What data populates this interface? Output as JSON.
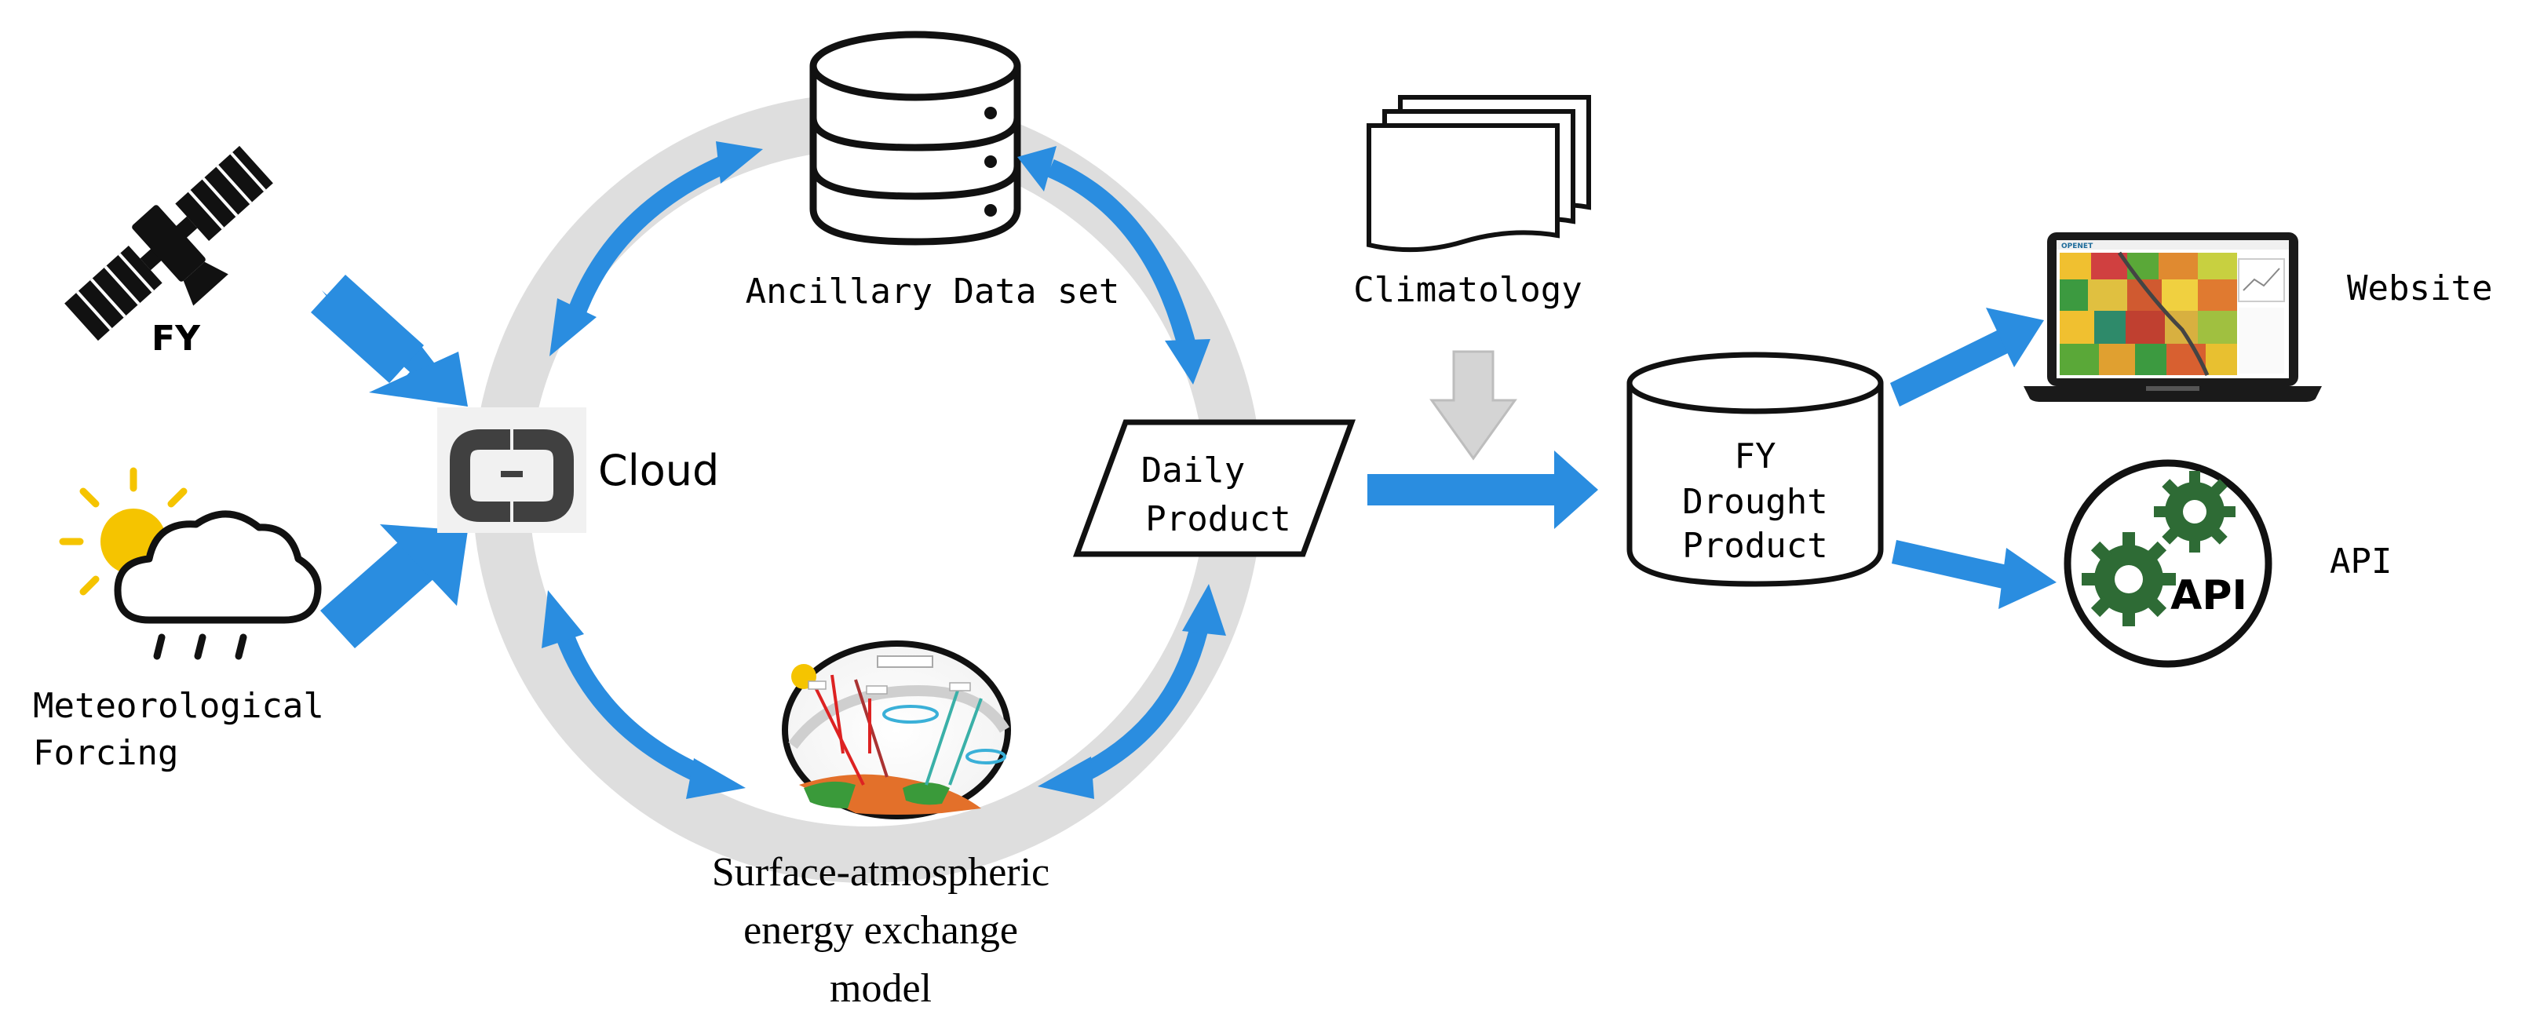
{
  "labels": {
    "satellite": "FY",
    "meteorological_line1": "Meteorological",
    "meteorological_line2": "Forcing",
    "cloud": "Cloud",
    "ancillary": "Ancillary Data set",
    "climatology": "Climatology",
    "daily_line1": "Daily",
    "daily_line2": "Product",
    "model_line1": "Surface-atmospheric",
    "model_line2": "energy exchange",
    "model_line3": "model",
    "drought_line1": "FY",
    "drought_line2": "Drought",
    "drought_line3": "Product",
    "website": "Website",
    "api_label": "API",
    "api_badge": "API",
    "web_brand": "OPENET"
  },
  "colors": {
    "arrow_blue": "#2a8de0",
    "ring_grey": "#dedede",
    "down_arrow_grey": "#d4d4d4",
    "gear_green": "#2e6b35",
    "cloud_icon_dark": "#404040",
    "sun_yellow": "#f5c400"
  },
  "icons": {
    "satellite": "satellite-icon",
    "weather": "sun-rain-cloud-icon",
    "cloud": "cloud-bracket-icon",
    "database": "database-icon",
    "documents": "stacked-documents-icon",
    "model": "energy-balance-illustration",
    "laptop": "laptop-map-icon",
    "api": "gear-api-icon"
  }
}
